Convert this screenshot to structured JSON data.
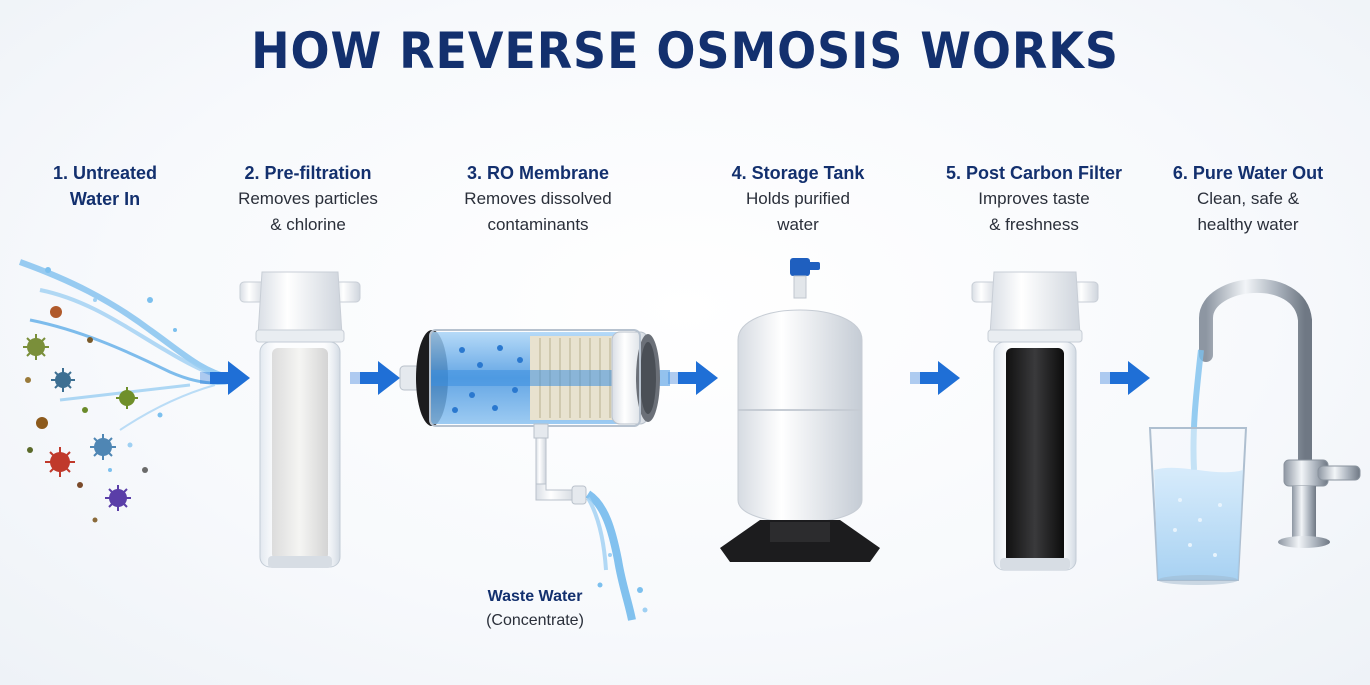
{
  "title": "HOW REVERSE OSMOSIS WORKS",
  "steps": [
    {
      "head": "1. Untreated Water In",
      "head_lines": [
        "1. Untreated",
        "Water In"
      ],
      "desc_lines": []
    },
    {
      "head": "2. Pre-filtration",
      "desc_lines": [
        "Removes particles",
        "& chlorine"
      ]
    },
    {
      "head": "3. RO Membrane",
      "desc_lines": [
        "Removes dissolved",
        "contaminants"
      ]
    },
    {
      "head": "4. Storage Tank",
      "desc_lines": [
        "Holds purified",
        "water"
      ]
    },
    {
      "head": "5. Post Carbon Filter",
      "desc_lines": [
        "Improves taste",
        "& freshness"
      ]
    },
    {
      "head": "6. Pure Water Out",
      "desc_lines": [
        "Clean, safe &",
        "healthy water"
      ]
    }
  ],
  "waste": {
    "head": "Waste Water",
    "desc": "(Concentrate)"
  },
  "colors": {
    "title": "#13306e",
    "arrow": "#1f6fd6",
    "water": "#4aa3e6",
    "white_housing": "#f4f6f8",
    "carbon": "#1c1c1e"
  },
  "icons": [
    "contaminant-icon",
    "flow-arrow-icon",
    "faucet-icon",
    "glass-icon"
  ]
}
